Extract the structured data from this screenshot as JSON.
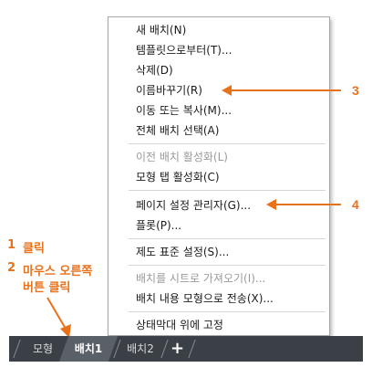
{
  "menu": {
    "items": [
      {
        "label": "새 배치(N)",
        "disabled": false
      },
      {
        "label": "템플릿으로부터(T)...",
        "disabled": false
      },
      {
        "label": "삭제(D)",
        "disabled": false
      },
      {
        "label": "이름바꾸기(R)",
        "disabled": false
      },
      {
        "label": "이동 또는 복사(M)...",
        "disabled": false
      },
      {
        "label": "전체 배치 선택(A)",
        "disabled": false
      },
      {
        "label": "이전 배치 활성화(L)",
        "disabled": true
      },
      {
        "label": "모형 탭 활성화(C)",
        "disabled": false
      },
      {
        "label": "페이지 설정 관리자(G)...",
        "disabled": false
      },
      {
        "label": "플롯(P)...",
        "disabled": false
      },
      {
        "label": "제도 표준 설정(S)...",
        "disabled": false
      },
      {
        "label": "배치를 시트로 가져오기(I)...",
        "disabled": true
      },
      {
        "label": "배치 내용 모형으로 전송(X)...",
        "disabled": false
      },
      {
        "label": "상태막대 위에 고정",
        "disabled": false
      }
    ]
  },
  "annotations": {
    "callout_3": "3",
    "callout_4": "4",
    "step_1_num": "1",
    "step_1_text": "클릭",
    "step_2_num": "2",
    "step_2_text_line1": "마우스 오른쪽",
    "step_2_text_line2": "버튼 클릭",
    "accent_color": "#e8711c"
  },
  "tabs": {
    "model": "모형",
    "layout1": "배치1",
    "layout2": "배치2",
    "add": "+"
  }
}
